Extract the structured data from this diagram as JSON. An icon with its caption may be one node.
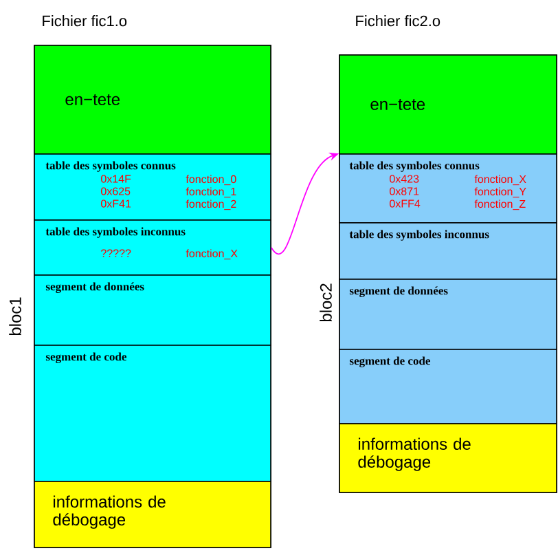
{
  "diagram": {
    "nodes": [
      {
        "text": [
          "Fichier fic1.o"
        ],
        "beside": [
          "bloc1"
        ]
      },
      {
        "text": [
          "en−tete"
        ],
        "in": 0
      },
      {
        "text": [
          "table des symboles connus",
          "0x14F",
          "fonction_0",
          "0x625",
          "fonction_1",
          "0xF41",
          "fonction_2"
        ],
        "in": 0
      },
      {
        "text": [
          "table des symboles inconnus",
          "?????",
          "fonction_X"
        ],
        "in": 0
      },
      {
        "text": [
          "segment de données"
        ],
        "in": 0
      },
      {
        "text": [
          "segment de code"
        ],
        "in": 0
      },
      {
        "text": [
          "informations de débogage"
        ],
        "in": 0
      },
      {
        "text": [
          "Fichier fic2.o"
        ],
        "beside": [
          "bloc2"
        ]
      },
      {
        "text": [
          "en−tete"
        ],
        "in": 7
      },
      {
        "text": [
          "table des symboles connus",
          "0x423",
          "fonction_X",
          "0x871",
          "fonction_Y",
          "0xFF4",
          "fonction_Z"
        ],
        "in": 7
      },
      {
        "text": [
          "table des symboles inconnus"
        ],
        "in": 7
      },
      {
        "text": [
          "segment de données"
        ],
        "in": 7
      },
      {
        "text": [
          "segment de code"
        ],
        "in": 7
      },
      {
        "text": [
          "informations de débogage"
        ],
        "in": 7
      }
    ],
    "edges": [
      {
        "from": 3,
        "to": 9,
        "arrow": "to",
        "color": "#ff00ff"
      }
    ]
  }
}
